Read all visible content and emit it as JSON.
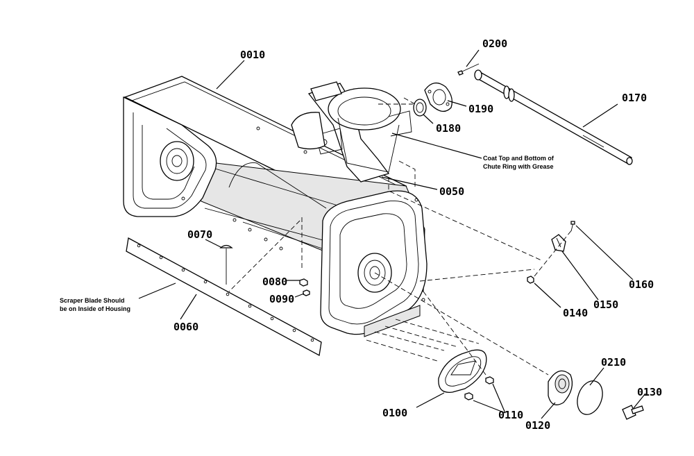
{
  "parts": {
    "p0010": "0010",
    "p0200": "0200",
    "p0170": "0170",
    "p0190": "0190",
    "p0180": "0180",
    "p0050": "0050",
    "p0070": "0070",
    "p0080": "0080",
    "p0090": "0090",
    "p0060": "0060",
    "p0160": "0160",
    "p0150": "0150",
    "p0140": "0140",
    "p0210": "0210",
    "p0130": "0130",
    "p0100": "0100",
    "p0110": "0110",
    "p0120": "0120"
  },
  "notes": {
    "grease_line1": "Coat Top and Bottom of",
    "grease_line2": "Chute Ring with Grease",
    "scraper_line1": "Scraper Blade Should",
    "scraper_line2": "be on Inside of Housing"
  }
}
